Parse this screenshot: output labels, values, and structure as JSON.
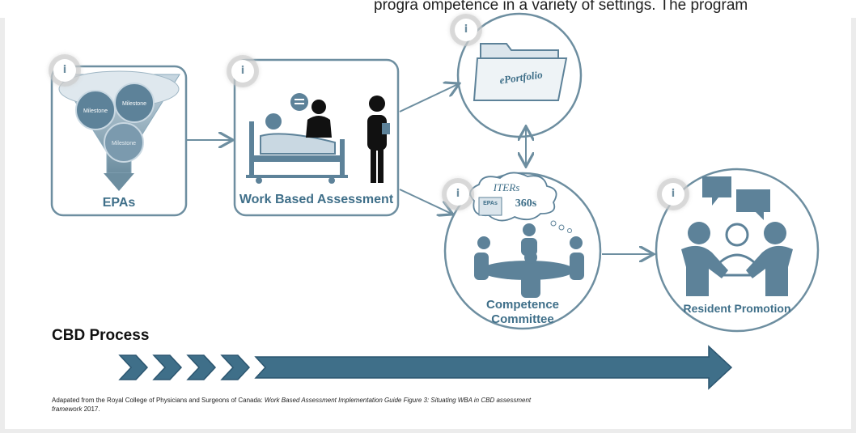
{
  "top_partial_text": "progra                              ompetence in a variety of settings. The program",
  "nodes": {
    "epas": {
      "label": "EPAs",
      "milestones": [
        "Milestone",
        "Milestone",
        "Milestone"
      ]
    },
    "wba": {
      "label": "Work Based Assessment"
    },
    "eportfolio": {
      "label": "ePortfolio"
    },
    "committee": {
      "label_line1": "Competence",
      "label_line2": "Committee",
      "thought_iters": "ITERs",
      "thought_epas": "EPAs",
      "thought_360": "360s"
    },
    "promotion": {
      "label": "Resident Promotion"
    }
  },
  "info_label": "i",
  "process_title": "CBD Process",
  "caption": {
    "prefix": "Adapated from the Royal College of Physicians and Surgeons of Canada: ",
    "title_italic": "Work Based Assessment Implementation Guide Figure 3: Situating WBA in CBD assessment framework",
    "suffix": " 2017."
  },
  "colors": {
    "primary": "#3f6f89",
    "light": "#8aa9bb",
    "stroke": "#6d8ea0",
    "background": "#ececec"
  }
}
